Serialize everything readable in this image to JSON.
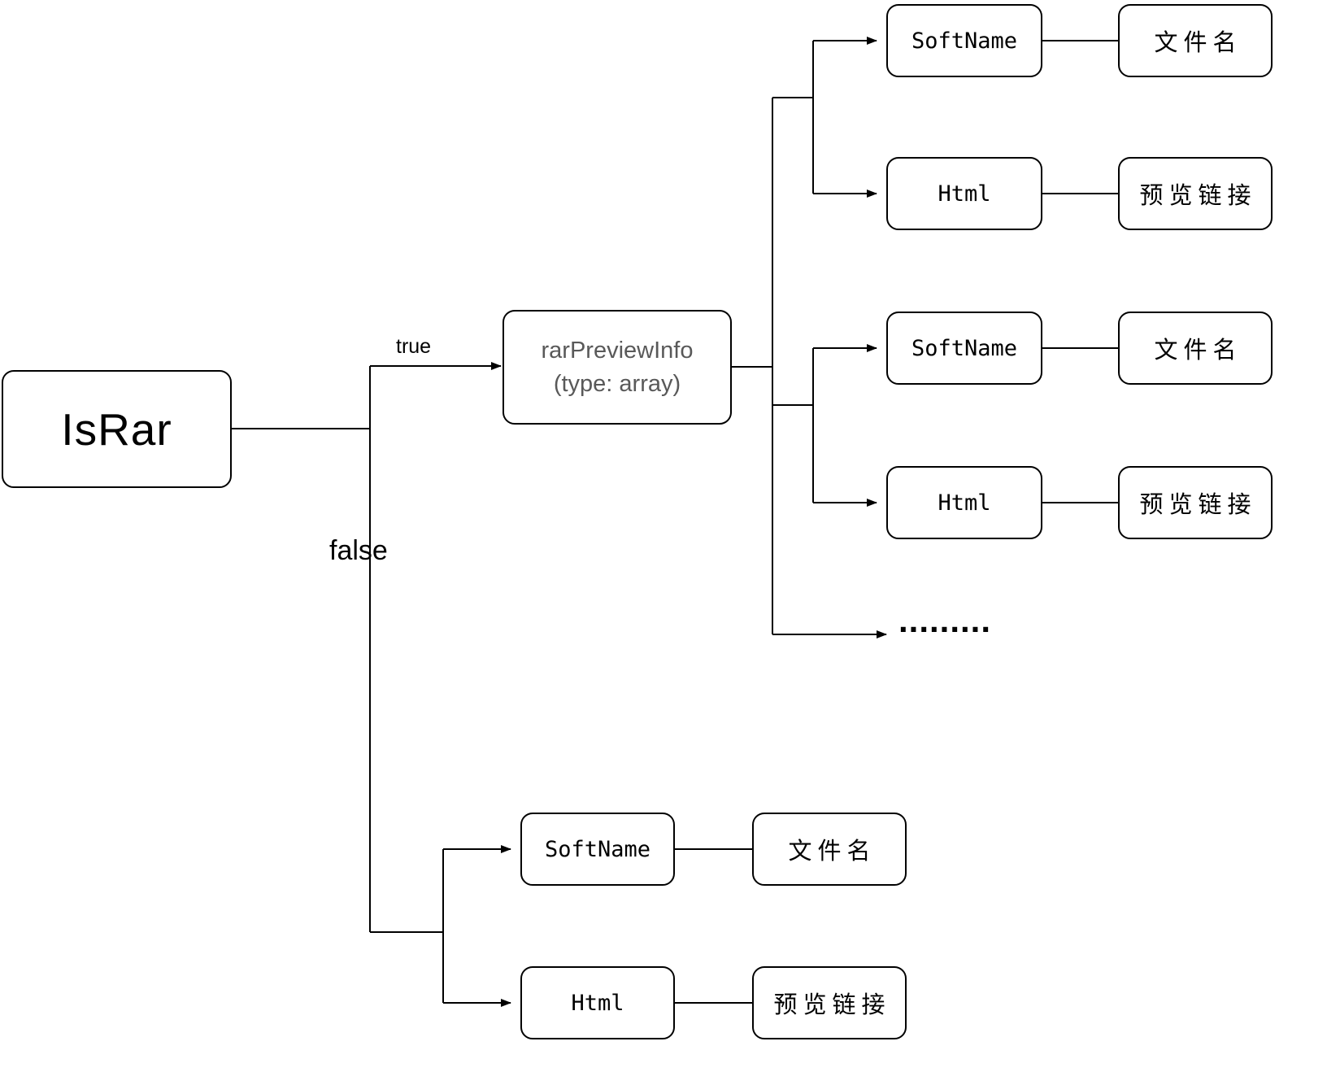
{
  "diagram": {
    "root_label": "IsRar",
    "true_label": "true",
    "false_label": "false",
    "array_node": {
      "title": "rarPreviewInfo",
      "subtitle": "(type: array)"
    },
    "ellipsis": ".........",
    "true_children": [
      {
        "key": "SoftName",
        "value": "文件名"
      },
      {
        "key": "Html",
        "value": "预览链接"
      },
      {
        "key": "SoftName",
        "value": "文件名"
      },
      {
        "key": "Html",
        "value": "预览链接"
      }
    ],
    "false_children": [
      {
        "key": "SoftName",
        "value": "文件名"
      },
      {
        "key": "Html",
        "value": "预览链接"
      }
    ],
    "line_color": "#000000"
  }
}
